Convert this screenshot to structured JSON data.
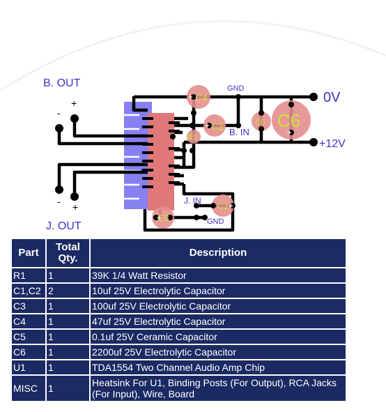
{
  "diagram": {
    "labels": {
      "b_out": "B. OUT",
      "j_out": "J. OUT",
      "zero_v": "0V",
      "plus_12v": "+12V",
      "gnd_top": "GND",
      "gnd_bottom": "GND",
      "b_in": "B. IN",
      "j_in": "J. IN",
      "plus_b": "+",
      "minus_b": "-",
      "plus_j": "+",
      "minus_j": "-"
    },
    "components": {
      "c4": "C4",
      "c2": "C2",
      "c5": "C5",
      "c6": "C6",
      "r1": "R1",
      "c1": "C1",
      "c3": "C3"
    },
    "colors": {
      "trace": "#000000",
      "heatsink": "#7a72f0",
      "chip": "#e0787a",
      "pad_halo": "#e58e8e",
      "part_label": "#c8e23a",
      "text_blue": "#3a33c8",
      "table_bg": "#1b2a63"
    }
  },
  "parts_table": {
    "headers": {
      "part": "Part",
      "qty": "Total Qty.",
      "desc": "Description"
    },
    "rows": [
      {
        "part": "R1",
        "qty": "1",
        "desc": "39K 1/4 Watt Resistor"
      },
      {
        "part": "C1,C2",
        "qty": "2",
        "desc": "10uf 25V Electrolytic Capacitor"
      },
      {
        "part": "C3",
        "qty": "1",
        "desc": "100uf 25V Electrolytic Capacitor"
      },
      {
        "part": "C4",
        "qty": "1",
        "desc": "47uf 25V Electrolytic Capacitor"
      },
      {
        "part": "C5",
        "qty": "1",
        "desc": "0.1uf 25V Ceramic Capacitor"
      },
      {
        "part": "C6",
        "qty": "1",
        "desc": "2200uf 25V Electrolytic Capacitor"
      },
      {
        "part": "U1",
        "qty": "1",
        "desc": "TDA1554 Two Channel Audio Amp Chip"
      },
      {
        "part": "MISC",
        "qty": "1",
        "desc": "Heatsink For U1, Binding Posts (For Output), RCA Jacks (For Input), Wire, Board"
      }
    ]
  }
}
